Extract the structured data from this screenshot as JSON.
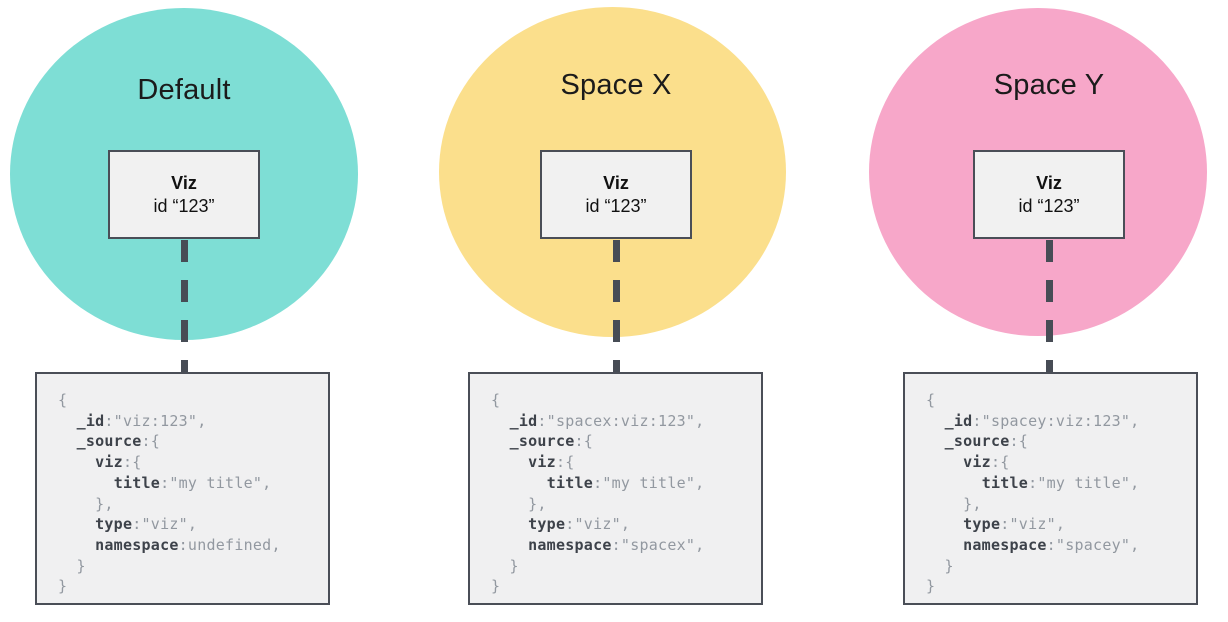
{
  "colors": {
    "default_circle": "#7EDED5",
    "spacex_circle": "#FBDF8C",
    "spacey_circle": "#F7A7C9",
    "box_border": "#4a4e57",
    "dash_line": "#474c55",
    "code_key": "#3d424a",
    "code_value": "#9298a0"
  },
  "panels": [
    {
      "id": "default",
      "title": "Default",
      "circle_color": "#7EDED5",
      "viz": {
        "label": "Viz",
        "id_line": "id “123”"
      },
      "code_lines": [
        [
          [
            "p",
            "{"
          ]
        ],
        [
          [
            "p",
            "  "
          ],
          [
            "k",
            "_id"
          ],
          [
            "p",
            ":\"viz:123\","
          ]
        ],
        [
          [
            "p",
            "  "
          ],
          [
            "k",
            "_source"
          ],
          [
            "p",
            ":{"
          ]
        ],
        [
          [
            "p",
            "    "
          ],
          [
            "k",
            "viz"
          ],
          [
            "p",
            ":{"
          ]
        ],
        [
          [
            "p",
            "      "
          ],
          [
            "k",
            "title"
          ],
          [
            "p",
            ":\"my title\","
          ]
        ],
        [
          [
            "p",
            "    },"
          ]
        ],
        [
          [
            "p",
            "    "
          ],
          [
            "k",
            "type"
          ],
          [
            "p",
            ":\"viz\","
          ]
        ],
        [
          [
            "p",
            "    "
          ],
          [
            "k",
            "namespace"
          ],
          [
            "p",
            ":undefined,"
          ]
        ],
        [
          [
            "p",
            "  }"
          ]
        ],
        [
          [
            "p",
            "}"
          ]
        ]
      ]
    },
    {
      "id": "spacex",
      "title": "Space X",
      "circle_color": "#FBDF8C",
      "viz": {
        "label": "Viz",
        "id_line": "id “123”"
      },
      "code_lines": [
        [
          [
            "p",
            "{"
          ]
        ],
        [
          [
            "p",
            "  "
          ],
          [
            "k",
            "_id"
          ],
          [
            "p",
            ":\"spacex:viz:123\","
          ]
        ],
        [
          [
            "p",
            "  "
          ],
          [
            "k",
            "_source"
          ],
          [
            "p",
            ":{"
          ]
        ],
        [
          [
            "p",
            "    "
          ],
          [
            "k",
            "viz"
          ],
          [
            "p",
            ":{"
          ]
        ],
        [
          [
            "p",
            "      "
          ],
          [
            "k",
            "title"
          ],
          [
            "p",
            ":\"my title\","
          ]
        ],
        [
          [
            "p",
            "    },"
          ]
        ],
        [
          [
            "p",
            "    "
          ],
          [
            "k",
            "type"
          ],
          [
            "p",
            ":\"viz\","
          ]
        ],
        [
          [
            "p",
            "    "
          ],
          [
            "k",
            "namespace"
          ],
          [
            "p",
            ":\"spacex\","
          ]
        ],
        [
          [
            "p",
            "  }"
          ]
        ],
        [
          [
            "p",
            "}"
          ]
        ]
      ]
    },
    {
      "id": "spacey",
      "title": "Space Y",
      "circle_color": "#F7A7C9",
      "viz": {
        "label": "Viz",
        "id_line": "id “123”"
      },
      "code_lines": [
        [
          [
            "p",
            "{"
          ]
        ],
        [
          [
            "p",
            "  "
          ],
          [
            "k",
            "_id"
          ],
          [
            "p",
            ":\"spacey:viz:123\","
          ]
        ],
        [
          [
            "p",
            "  "
          ],
          [
            "k",
            "_source"
          ],
          [
            "p",
            ":{"
          ]
        ],
        [
          [
            "p",
            "    "
          ],
          [
            "k",
            "viz"
          ],
          [
            "p",
            ":{"
          ]
        ],
        [
          [
            "p",
            "      "
          ],
          [
            "k",
            "title"
          ],
          [
            "p",
            ":\"my title\","
          ]
        ],
        [
          [
            "p",
            "    },"
          ]
        ],
        [
          [
            "p",
            "    "
          ],
          [
            "k",
            "type"
          ],
          [
            "p",
            ":\"viz\","
          ]
        ],
        [
          [
            "p",
            "    "
          ],
          [
            "k",
            "namespace"
          ],
          [
            "p",
            ":\"spacey\","
          ]
        ],
        [
          [
            "p",
            "  }"
          ]
        ],
        [
          [
            "p",
            "}"
          ]
        ]
      ]
    }
  ]
}
